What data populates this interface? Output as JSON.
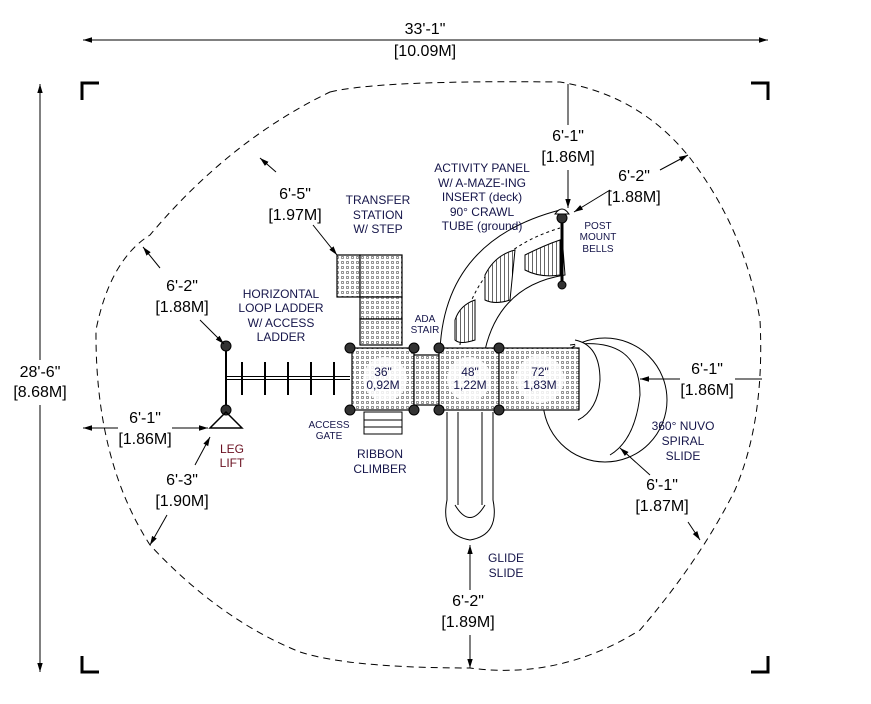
{
  "overall": {
    "width_ft": "33'-1\"",
    "width_m": "[10.09M]",
    "depth_ft": "28'-6\"",
    "depth_m": "[8.68M]"
  },
  "dimensions": [
    {
      "ft": "6'-1\"",
      "m": "[1.86M]"
    },
    {
      "ft": "6'-2\"",
      "m": "[1.88M]"
    },
    {
      "ft": "6'-5\"",
      "m": "[1.97M]"
    },
    {
      "ft": "6'-2\"",
      "m": "[1.88M]"
    },
    {
      "ft": "6'-1\"",
      "m": "[1.86M]"
    },
    {
      "ft": "6'-3\"",
      "m": "[1.90M]"
    },
    {
      "ft": "6'-1\"",
      "m": "[1.86M]"
    },
    {
      "ft": "6'-1\"",
      "m": "[1.87M]"
    },
    {
      "ft": "6'-2\"",
      "m": "[1.89M]"
    }
  ],
  "labels": {
    "activity_panel": [
      "ACTIVITY PANEL",
      "W/ A-MAZE-ING",
      "INSERT (deck)",
      "90° CRAWL",
      "TUBE (ground)"
    ],
    "transfer_station": [
      "TRANSFER",
      "STATION",
      "W/ STEP"
    ],
    "post_mount_bells": [
      "POST",
      "MOUNT",
      "BELLS"
    ],
    "loop_ladder": [
      "HORIZONTAL",
      "LOOP LADDER",
      "W/ ACCESS",
      "LADDER"
    ],
    "ada_stair": [
      "ADA",
      "STAIR"
    ],
    "access_gate": [
      "ACCESS",
      "GATE"
    ],
    "leg_lift": [
      "LEG",
      "LIFT"
    ],
    "ribbon_climber": [
      "RIBBON",
      "CLIMBER"
    ],
    "spiral_slide": [
      "360° NUVO",
      "SPIRAL",
      "SLIDE"
    ],
    "glide_slide": [
      "GLIDE",
      "SLIDE"
    ]
  },
  "decks": [
    {
      "in": "36\"",
      "m": "0,92M"
    },
    {
      "in": "48\"",
      "m": "1,22M"
    },
    {
      "in": "72\"",
      "m": "1,83M"
    }
  ]
}
